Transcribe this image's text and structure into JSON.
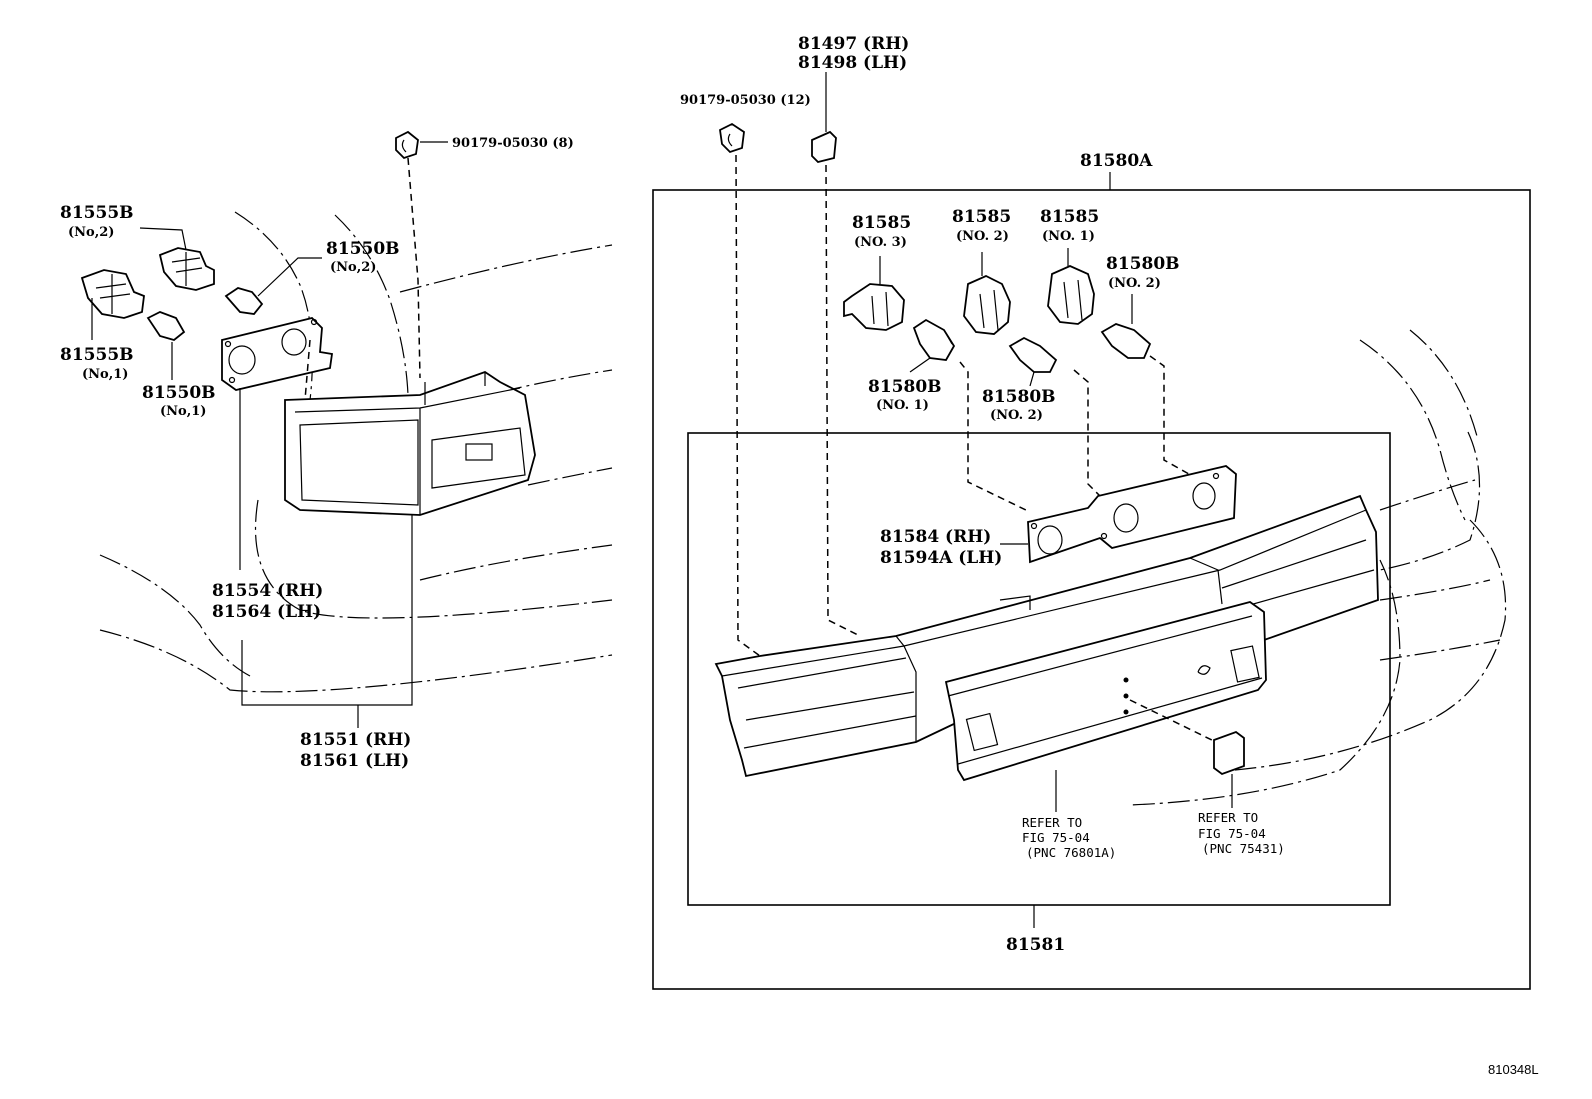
{
  "labels": {
    "p81497": "81497 (RH)",
    "p81498": "81498 (LH)",
    "p90179_12": "90179-05030 (12)",
    "p90179_8": "90179-05030 (8)",
    "p81580A": "81580A",
    "p81555B_2": "81555B",
    "p81555B_2_sub": "(No,2)",
    "p81550B_2": "81550B",
    "p81550B_2_sub": "(No,2)",
    "p81555B_1": "81555B",
    "p81555B_1_sub": "(No,1)",
    "p81550B_1": "81550B",
    "p81550B_1_sub": "(No,1)",
    "p81585_3": "81585",
    "p81585_3_sub": "(NO. 3)",
    "p81585_2": "81585",
    "p81585_2_sub": "(NO. 2)",
    "p81585_1": "81585",
    "p81585_1_sub": "(NO. 1)",
    "p81580B_2top": "81580B",
    "p81580B_2top_sub": "(NO. 2)",
    "p81580B_1": "81580B",
    "p81580B_1_sub": "(NO. 1)",
    "p81580B_2mid": "81580B",
    "p81580B_2mid_sub": "(NO. 2)",
    "p81584": "81584 (RH)",
    "p81594A": "81594A (LH)",
    "p81554": "81554 (RH)",
    "p81564": "81564 (LH)",
    "p81551": "81551 (RH)",
    "p81561": "81561 (LH)",
    "p81581": "81581",
    "ref1_l1": "REFER TO",
    "ref1_l2": "FIG 75-04",
    "ref1_l3": "(PNC 76801A)",
    "ref2_l1": "REFER TO",
    "ref2_l2": "FIG 75-04",
    "ref2_l3": "(PNC 75431)",
    "figure_id": "810348L"
  }
}
